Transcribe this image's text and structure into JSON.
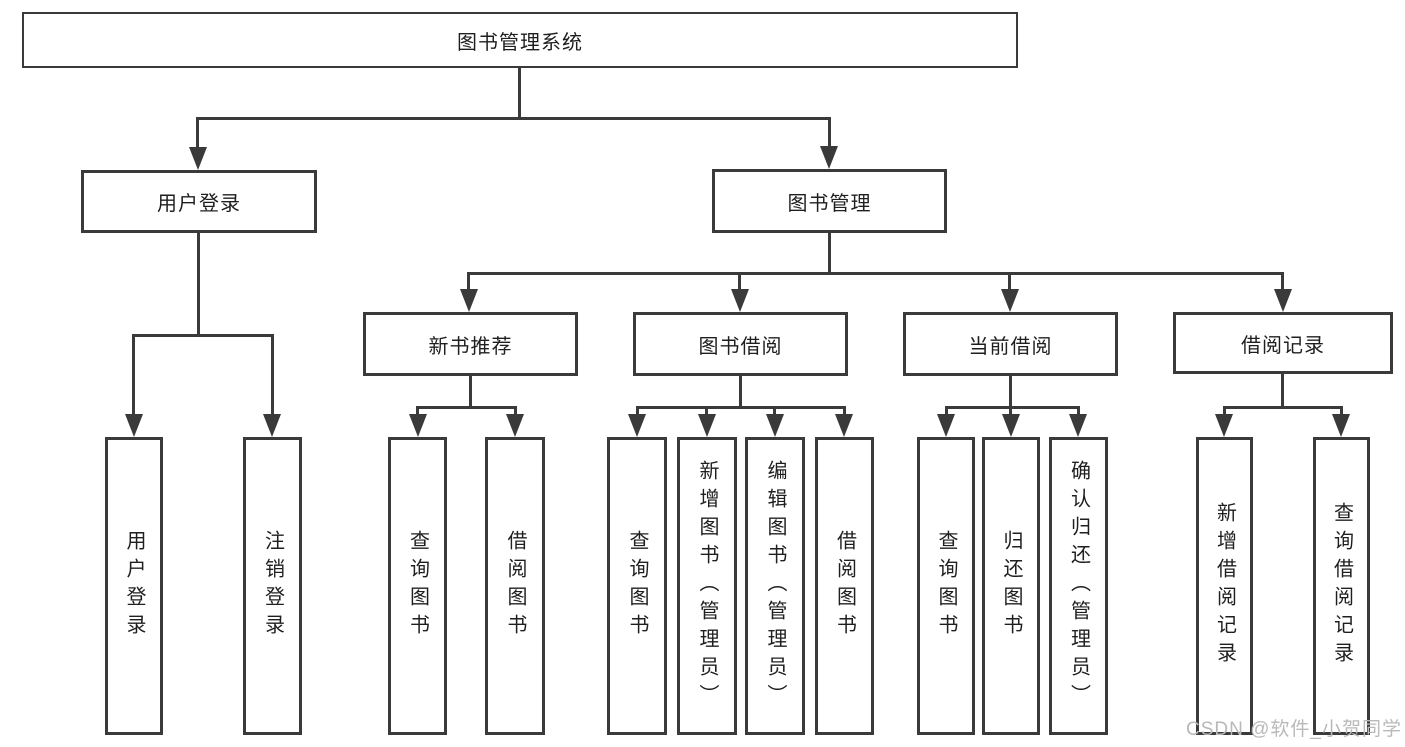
{
  "diagram": {
    "type": "hierarchy-tree",
    "root": {
      "label": "图书管理系统"
    },
    "level1": [
      {
        "label": "用户登录",
        "children": [
          {
            "label": "用户登录"
          },
          {
            "label": "注销登录"
          }
        ]
      },
      {
        "label": "图书管理",
        "children": [
          {
            "label": "新书推荐",
            "children": [
              {
                "label": "查询图书"
              },
              {
                "label": "借阅图书"
              }
            ]
          },
          {
            "label": "图书借阅",
            "children": [
              {
                "label": "查询图书"
              },
              {
                "label": "新增图书（管理员）"
              },
              {
                "label": "编辑图书（管理员）"
              },
              {
                "label": "借阅图书"
              }
            ]
          },
          {
            "label": "当前借阅",
            "children": [
              {
                "label": "查询图书"
              },
              {
                "label": "归还图书"
              },
              {
                "label": "确认归还（管理员）"
              }
            ]
          },
          {
            "label": "借阅记录",
            "children": [
              {
                "label": "新增借阅记录"
              },
              {
                "label": "查询借阅记录"
              }
            ]
          }
        ]
      }
    ]
  },
  "watermark": {
    "text": "CSDN @软件_小贺同学"
  },
  "colors": {
    "line": "#3a3a3a",
    "box_border": "#3a3a3a",
    "text": "#1f1f1f",
    "watermark": "#b9b9b9",
    "background": "#ffffff"
  }
}
